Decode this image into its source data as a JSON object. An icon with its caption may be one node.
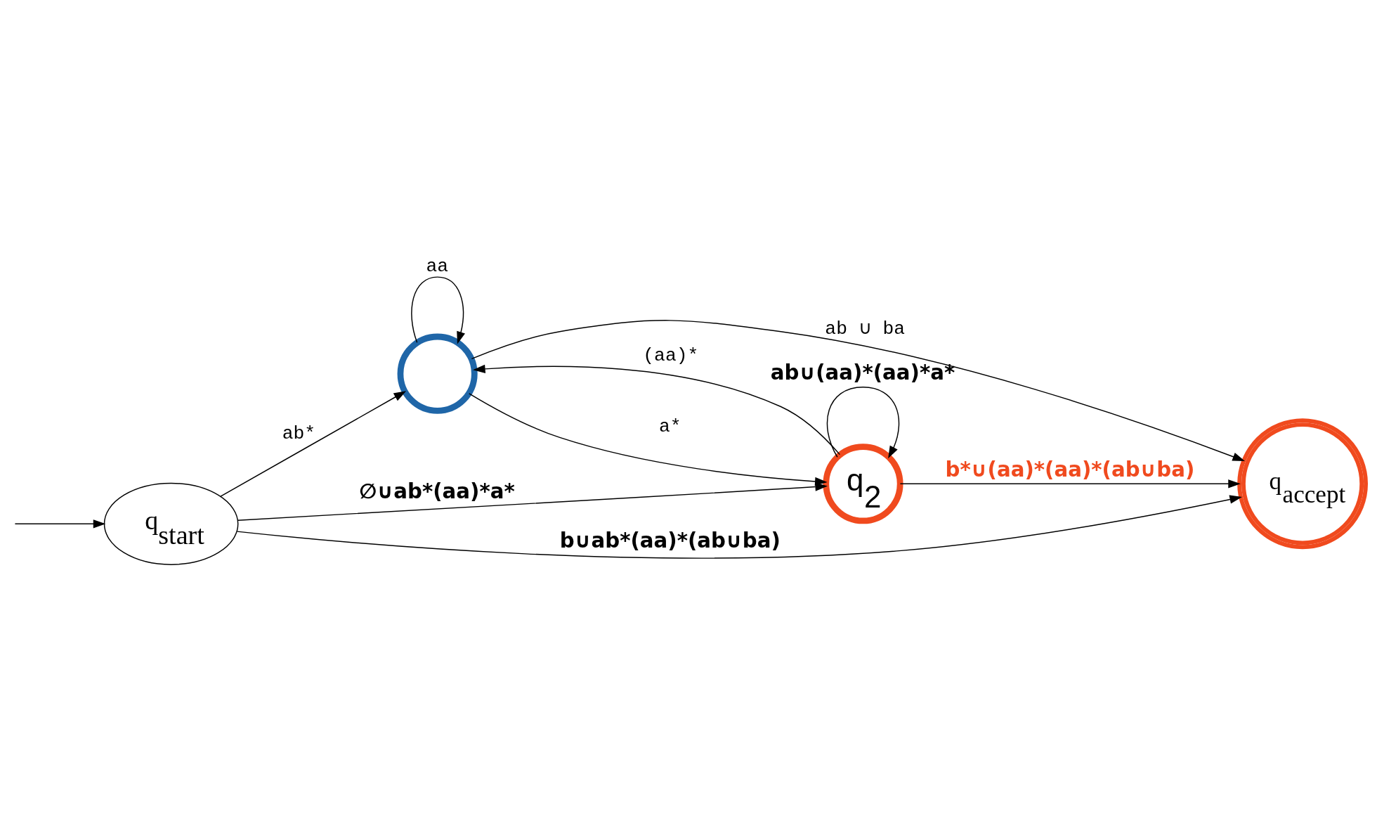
{
  "diagram": {
    "nodes": [
      {
        "text": [
          "q$_{start}$"
        ]
      },
      {
        "text": [],
        "shape": "circle"
      },
      {
        "text": [
          "q$_{2}$"
        ]
      },
      {
        "text": [
          "q$_{accept}$"
        ]
      }
    ],
    "edges": [
      {
        "from": null,
        "to": 0,
        "arrow": "to"
      },
      {
        "from": 0,
        "to": 1,
        "arrow": "to",
        "label": "ab*"
      },
      {
        "from": 1,
        "to": 1,
        "arrow": "to",
        "label": "aa"
      },
      {
        "from": 1,
        "to": 3,
        "arrow": "to",
        "label": "ab ∪ ba"
      },
      {
        "from": 1,
        "to": 2,
        "arrow": "to",
        "label": "a*"
      },
      {
        "from": 0,
        "to": 2,
        "arrow": "to",
        "label": "∅∪ab*(aa)*a*"
      },
      {
        "from": 2,
        "to": 1,
        "arrow": "to",
        "label": "(aa)*"
      },
      {
        "from": 2,
        "to": 2,
        "arrow": "to",
        "label": "ab∪(aa)*(aa)*a*"
      },
      {
        "from": 2,
        "to": 3,
        "arrow": "to",
        "label": "b*∪(aa)*(aa)*(ab∪ba)"
      },
      {
        "from": 0,
        "to": 3,
        "arrow": "to",
        "label": "b∪ab*(aa)*(ab∪ba)"
      }
    ]
  }
}
